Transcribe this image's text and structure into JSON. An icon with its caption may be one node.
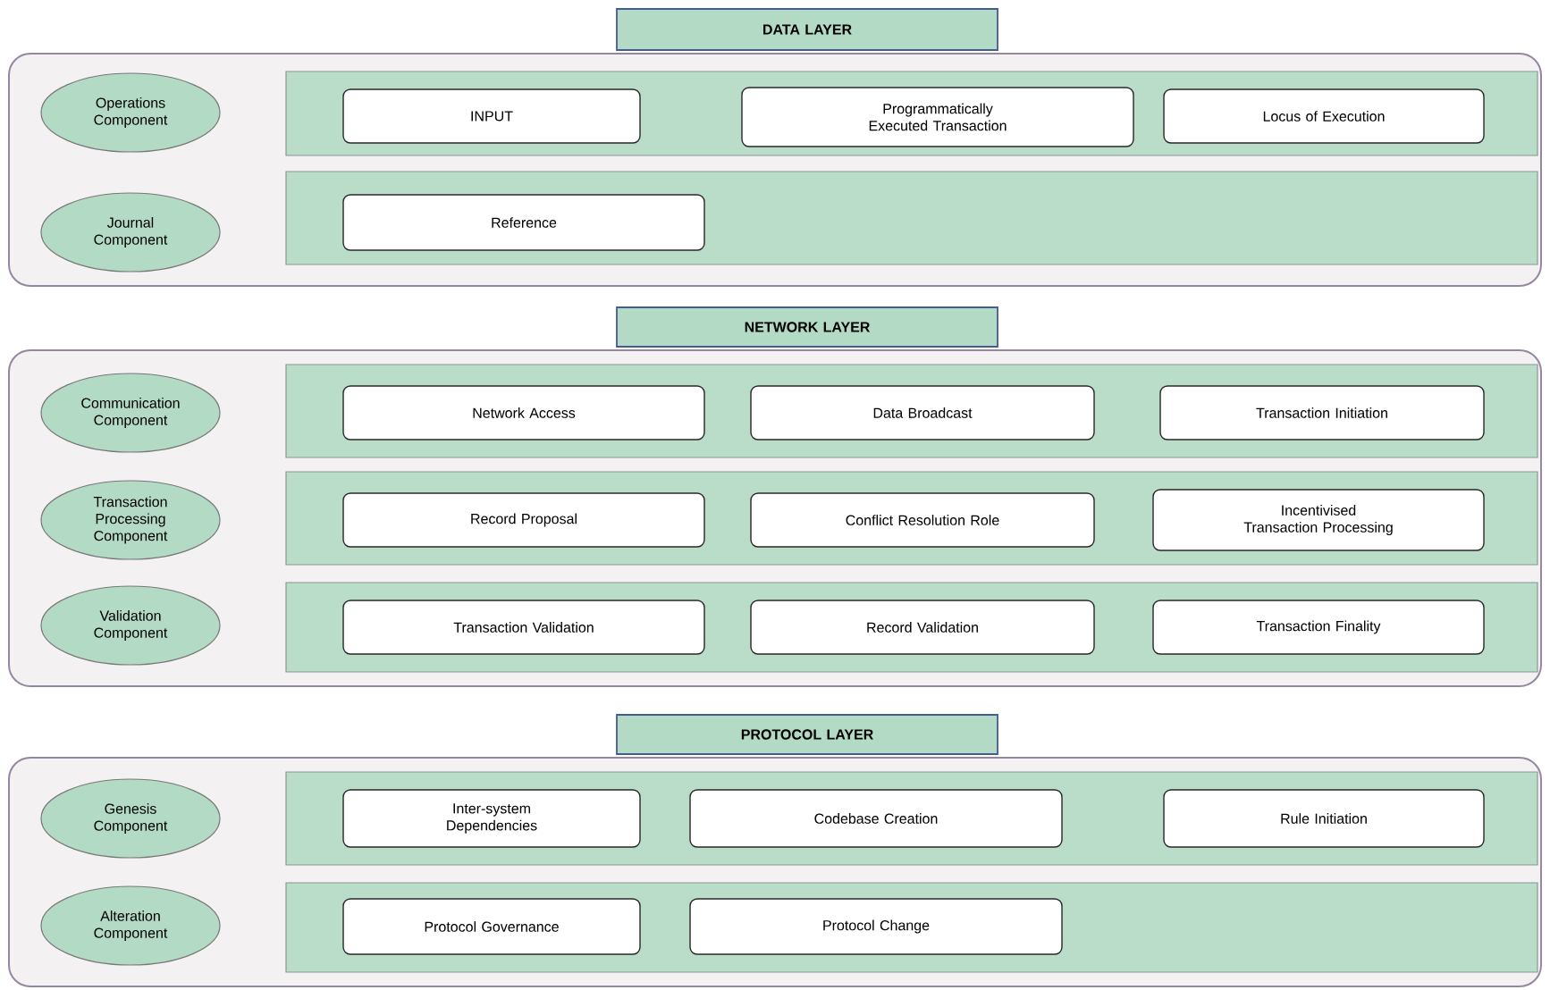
{
  "diagram": {
    "nodes": [
      {
        "text": [
          "DATA LAYER"
        ]
      },
      {
        "text": [],
        "shape": "box"
      },
      {
        "text": [
          "Operations Component"
        ],
        "in": 1
      },
      {
        "text": [],
        "shape": "bar",
        "in": 1
      },
      {
        "text": [
          "INPUT"
        ],
        "in": 3
      },
      {
        "text": [
          "Programmatically Executed Transaction"
        ],
        "in": 3
      },
      {
        "text": [
          "Locus of Execution"
        ],
        "in": 3
      },
      {
        "text": [
          "Journal Component"
        ],
        "in": 1
      },
      {
        "text": [],
        "shape": "bar",
        "in": 1
      },
      {
        "text": [
          "Reference"
        ],
        "in": 8
      },
      {
        "text": [
          "NETWORK LAYER"
        ]
      },
      {
        "text": [],
        "shape": "box"
      },
      {
        "text": [
          "Communication Component"
        ],
        "in": 11
      },
      {
        "text": [],
        "shape": "bar",
        "in": 11
      },
      {
        "text": [
          "Network Access"
        ],
        "in": 13
      },
      {
        "text": [
          "Data Broadcast"
        ],
        "in": 13
      },
      {
        "text": [
          "Transaction Initiation"
        ],
        "in": 13
      },
      {
        "text": [
          "Transaction Processing Component"
        ],
        "in": 11
      },
      {
        "text": [],
        "shape": "bar",
        "in": 11
      },
      {
        "text": [
          "Record Proposal"
        ],
        "in": 18
      },
      {
        "text": [
          "Conflict Resolution Role"
        ],
        "in": 18
      },
      {
        "text": [
          "Incentivised Transaction Processing"
        ],
        "in": 18
      },
      {
        "text": [
          "Validation Component"
        ],
        "in": 11
      },
      {
        "text": [],
        "shape": "bar",
        "in": 11
      },
      {
        "text": [
          "Transaction Validation"
        ],
        "in": 23
      },
      {
        "text": [
          "Record Validation"
        ],
        "in": 23
      },
      {
        "text": [
          "Transaction Finality"
        ],
        "in": 23
      },
      {
        "text": [
          "PROTOCOL LAYER"
        ]
      },
      {
        "text": [],
        "shape": "box"
      },
      {
        "text": [
          "Genesis Component"
        ],
        "in": 28
      },
      {
        "text": [],
        "shape": "bar",
        "in": 28
      },
      {
        "text": [
          "Inter-system Dependencies"
        ],
        "in": 30
      },
      {
        "text": [
          "Codebase Creation"
        ],
        "in": 30
      },
      {
        "text": [
          "Rule Initiation"
        ],
        "in": 30
      },
      {
        "text": [
          "Alteration Component"
        ],
        "in": 28
      },
      {
        "text": [],
        "shape": "bar",
        "in": 28
      },
      {
        "text": [
          "Protocol Governance"
        ],
        "in": 35
      },
      {
        "text": [
          "Protocol Change"
        ],
        "in": 35
      }
    ]
  }
}
